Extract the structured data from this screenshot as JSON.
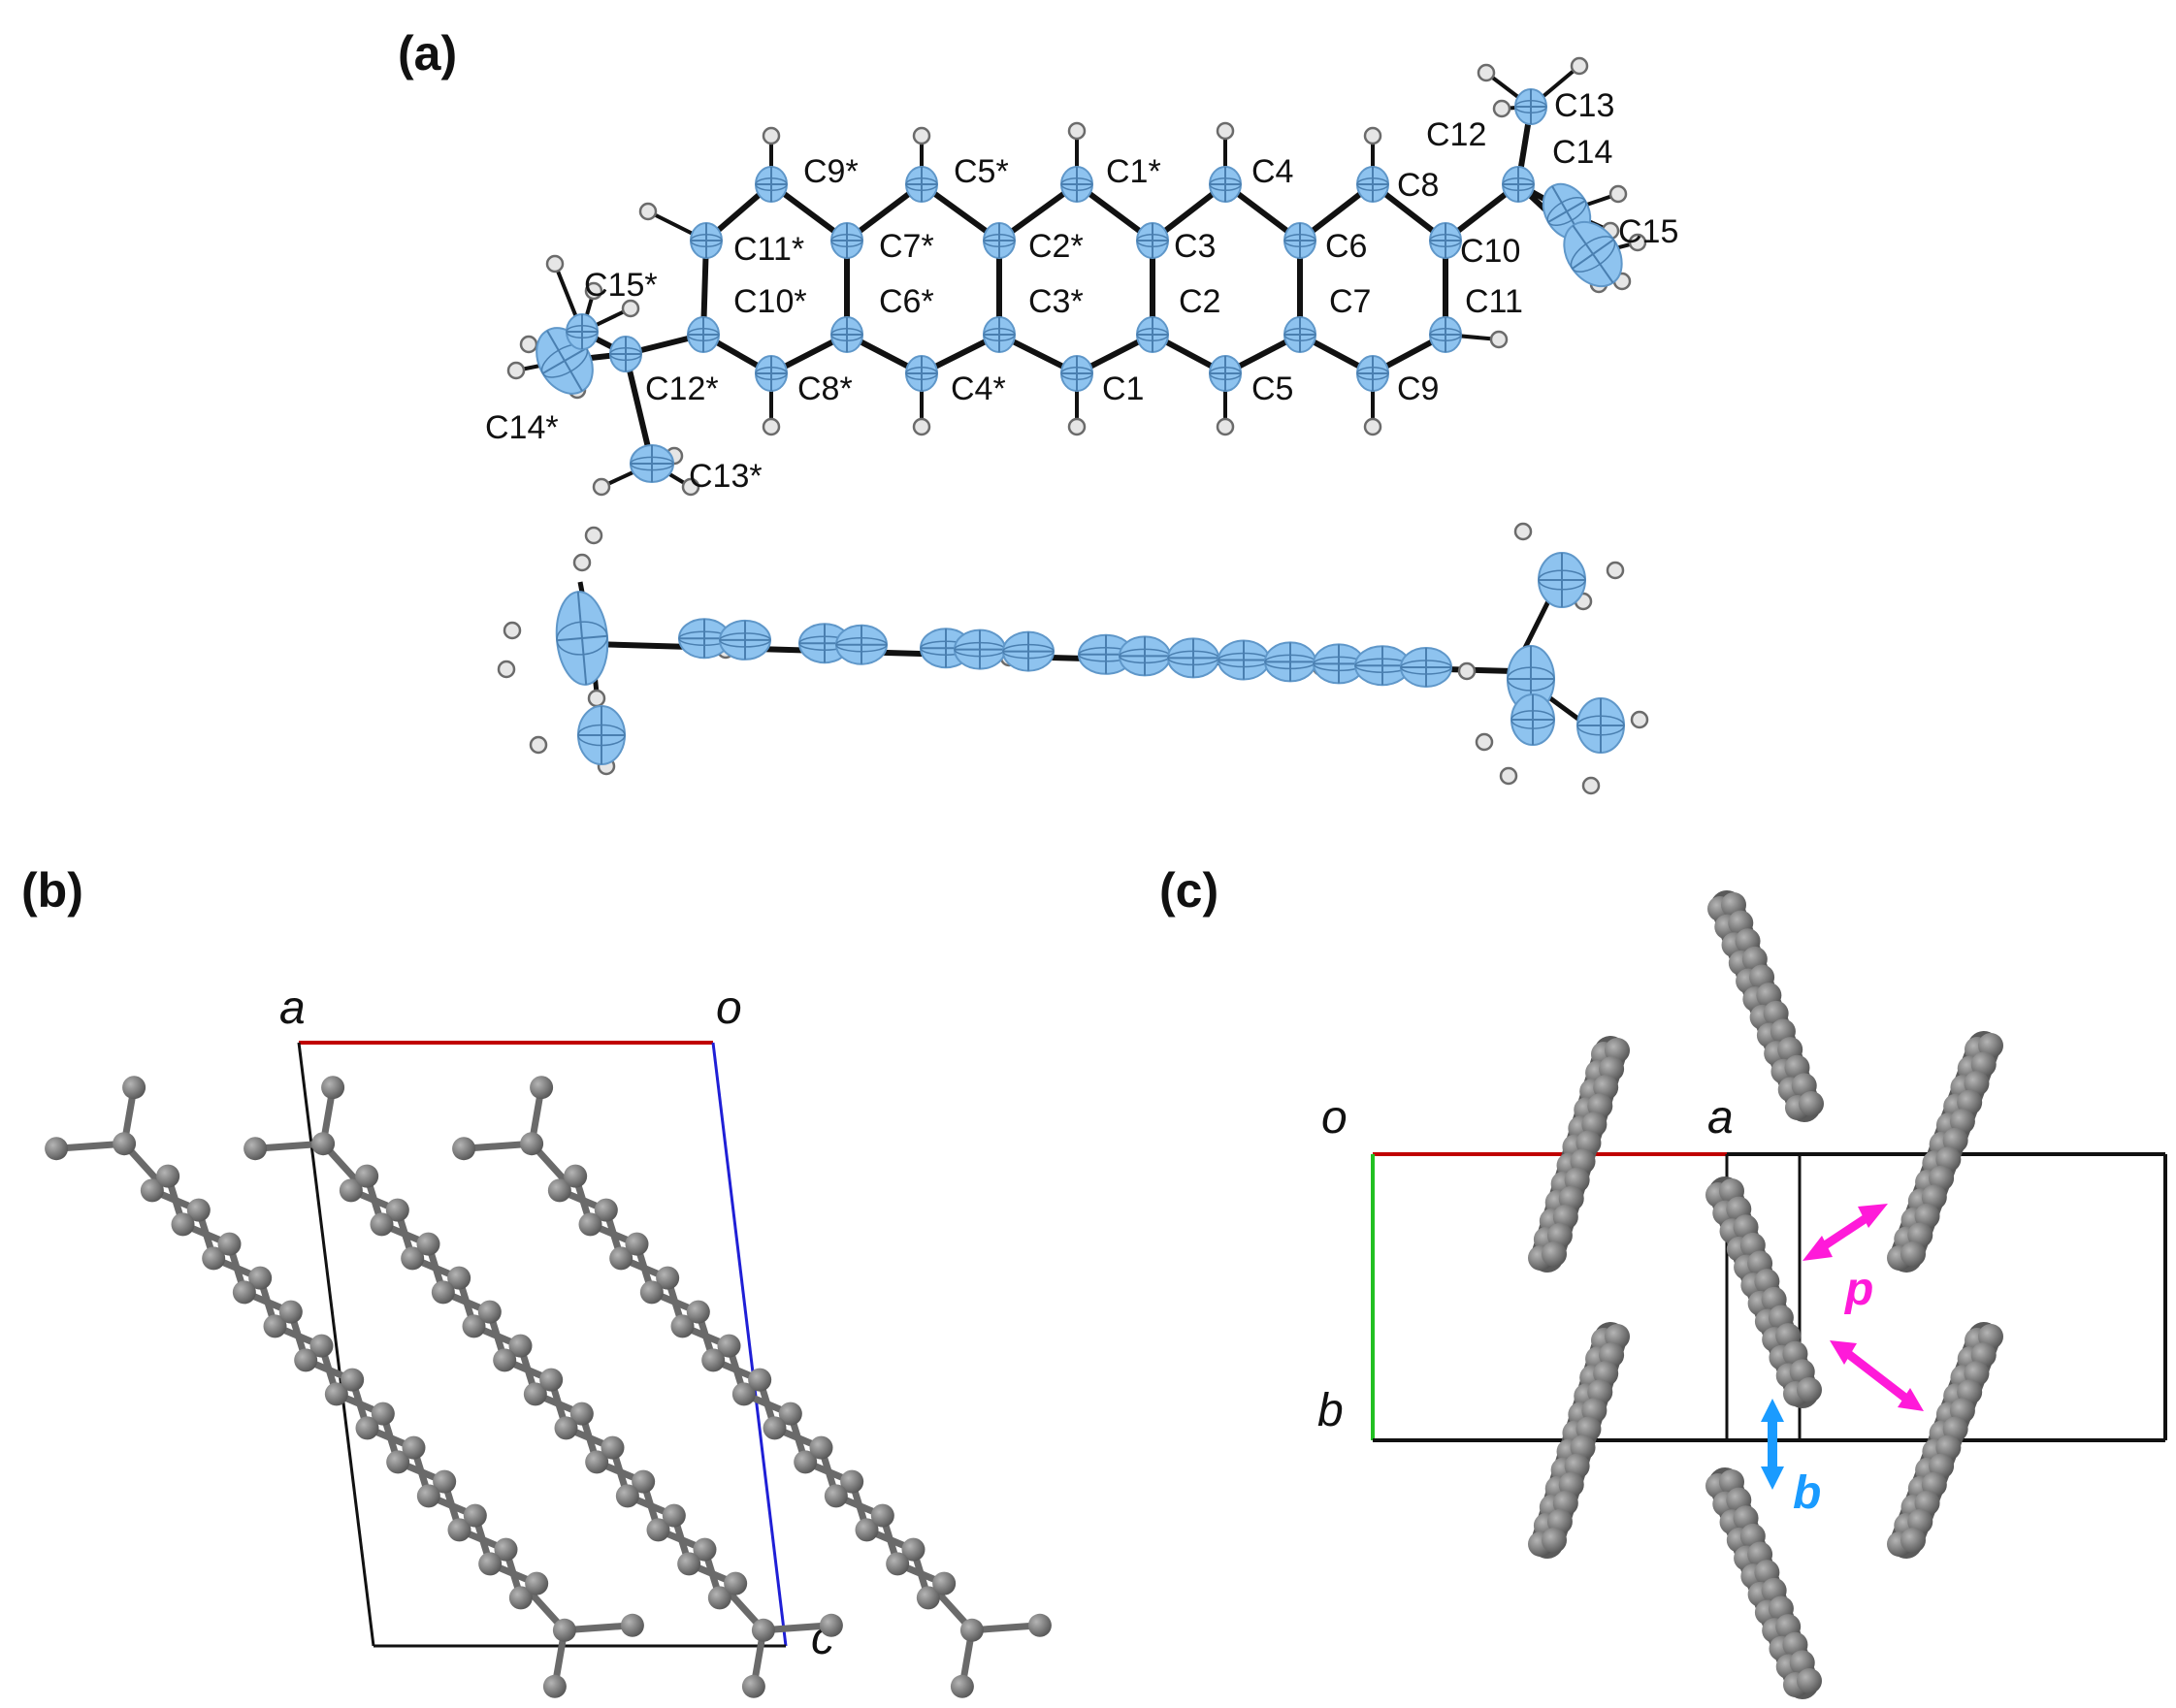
{
  "panels": {
    "a": {
      "label": "(a)"
    },
    "b": {
      "label": "(b)",
      "axes": {
        "a": "a",
        "o": "o",
        "c": "c"
      }
    },
    "c": {
      "label": "(c)",
      "axes": {
        "o": "o",
        "a": "a",
        "b": "b"
      },
      "arrows": {
        "p": "p",
        "b": "b"
      }
    }
  },
  "atom_labels": {
    "C1": "C1",
    "C1s": "C1*",
    "C2": "C2",
    "C2s": "C2*",
    "C3": "C3",
    "C3s": "C3*",
    "C4": "C4",
    "C4s": "C4*",
    "C5": "C5",
    "C5s": "C5*",
    "C6": "C6",
    "C6s": "C6*",
    "C7": "C7",
    "C7s": "C7*",
    "C8": "C8",
    "C8s": "C8*",
    "C9": "C9",
    "C9s": "C9*",
    "C10": "C10",
    "C10s": "C10*",
    "C11": "C11",
    "C11s": "C11*",
    "C12": "C12",
    "C12s": "C12*",
    "C13": "C13",
    "C13s": "C13*",
    "C14": "C14",
    "C14s": "C14*",
    "C15": "C15",
    "C15s": "C15*"
  },
  "colors": {
    "carbon_ellipsoid": "#8ec3ef",
    "hydrogen": "#9a9a9a",
    "bond": "#111111",
    "packing_atom": "#6e6e6e",
    "axis_a": "#c00000",
    "axis_c": "#1f1fd6",
    "axis_b": "#22c022",
    "arrow_p": "#ff1ad9",
    "arrow_b": "#1a9bff"
  }
}
